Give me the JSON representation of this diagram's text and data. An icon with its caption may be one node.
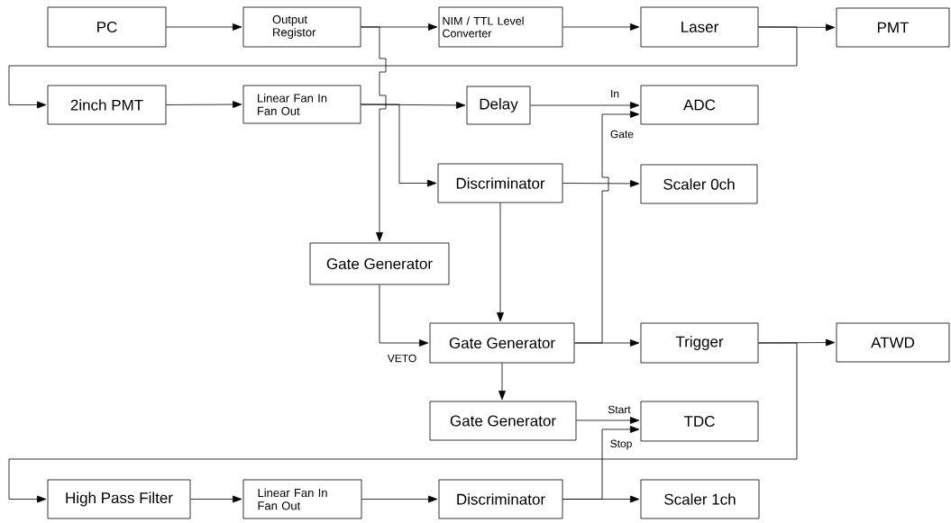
{
  "diagram": {
    "nodes": [
      {
        "text": [
          "PC"
        ]
      },
      {
        "text": [
          "Output Registor"
        ]
      },
      {
        "text": [
          "NIM / TTL Level Converter"
        ]
      },
      {
        "text": [
          "Laser"
        ]
      },
      {
        "text": [
          "PMT"
        ]
      },
      {
        "text": [
          "2inch PMT"
        ]
      },
      {
        "text": [
          "Linear Fan In Fan Out"
        ]
      },
      {
        "text": [
          "Delay"
        ]
      },
      {
        "text": [
          "ADC"
        ]
      },
      {
        "text": [
          "Discriminator"
        ]
      },
      {
        "text": [
          "Scaler 0ch"
        ]
      },
      {
        "text": [
          "Gate Generator"
        ]
      },
      {
        "text": [
          "Gate Generator"
        ]
      },
      {
        "text": [
          "Trigger"
        ]
      },
      {
        "text": [
          "ATWD"
        ]
      },
      {
        "text": [
          "Gate Generator"
        ]
      },
      {
        "text": [
          "TDC"
        ]
      },
      {
        "text": [
          "High Pass Filter"
        ]
      },
      {
        "text": [
          "Linear Fan In Fan Out"
        ]
      },
      {
        "text": [
          "Discriminator"
        ]
      },
      {
        "text": [
          "Scaler 1ch"
        ]
      }
    ],
    "edges": [
      {
        "from": 0,
        "to": 1,
        "arrow": "to"
      },
      {
        "from": 1,
        "to": 2,
        "arrow": "to"
      },
      {
        "from": 1,
        "to": 11,
        "arrow": "to"
      },
      {
        "from": 2,
        "to": 3,
        "arrow": "to"
      },
      {
        "from": 3,
        "to": 4,
        "arrow": "to"
      },
      {
        "from": 3,
        "to": 5,
        "arrow": "to"
      },
      {
        "from": 5,
        "to": 6,
        "arrow": "to"
      },
      {
        "from": 6,
        "to": 7,
        "arrow": "to"
      },
      {
        "from": 6,
        "to": 9,
        "arrow": "to"
      },
      {
        "from": 7,
        "to": 8,
        "arrow": "to",
        "label": "In"
      },
      {
        "from": 9,
        "to": 10,
        "arrow": "to"
      },
      {
        "from": 9,
        "to": 12,
        "arrow": "to"
      },
      {
        "from": 11,
        "to": 12,
        "arrow": "to",
        "label": "VETO"
      },
      {
        "from": 12,
        "to": 13,
        "arrow": "to"
      },
      {
        "from": 12,
        "to": 8,
        "arrow": "to",
        "label": "Gate"
      },
      {
        "from": 12,
        "to": 15,
        "arrow": "to"
      },
      {
        "from": 15,
        "to": 16,
        "arrow": "to",
        "label": "Start"
      },
      {
        "from": 13,
        "to": 14,
        "arrow": "to"
      },
      {
        "from": 13,
        "to": 17,
        "arrow": "to"
      },
      {
        "from": 17,
        "to": 18,
        "arrow": "to"
      },
      {
        "from": 18,
        "to": 19,
        "arrow": "to"
      },
      {
        "from": 19,
        "to": 20,
        "arrow": "to"
      },
      {
        "from": 19,
        "to": 16,
        "arrow": "to",
        "label": "Stop"
      }
    ]
  }
}
